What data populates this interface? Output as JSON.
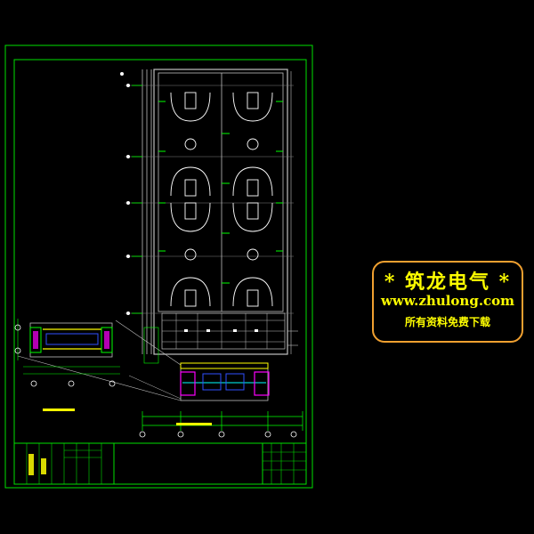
{
  "drawing": {
    "colors": {
      "frame": "#00e000",
      "wall": "#c0c0c0",
      "court": "#ffffff",
      "dim": "#00ff00",
      "label": "#00ffff",
      "magenta": "#ff00ff",
      "yellow": "#ffff00",
      "blue": "#3050ff"
    },
    "court_count": 8
  },
  "watermark": {
    "line1": "* 筑龙电气 *",
    "line2": "www.zhulong.com",
    "line3": "所有资料免费下载",
    "border_color": "#f0a030",
    "text_color": "#ffff00"
  }
}
